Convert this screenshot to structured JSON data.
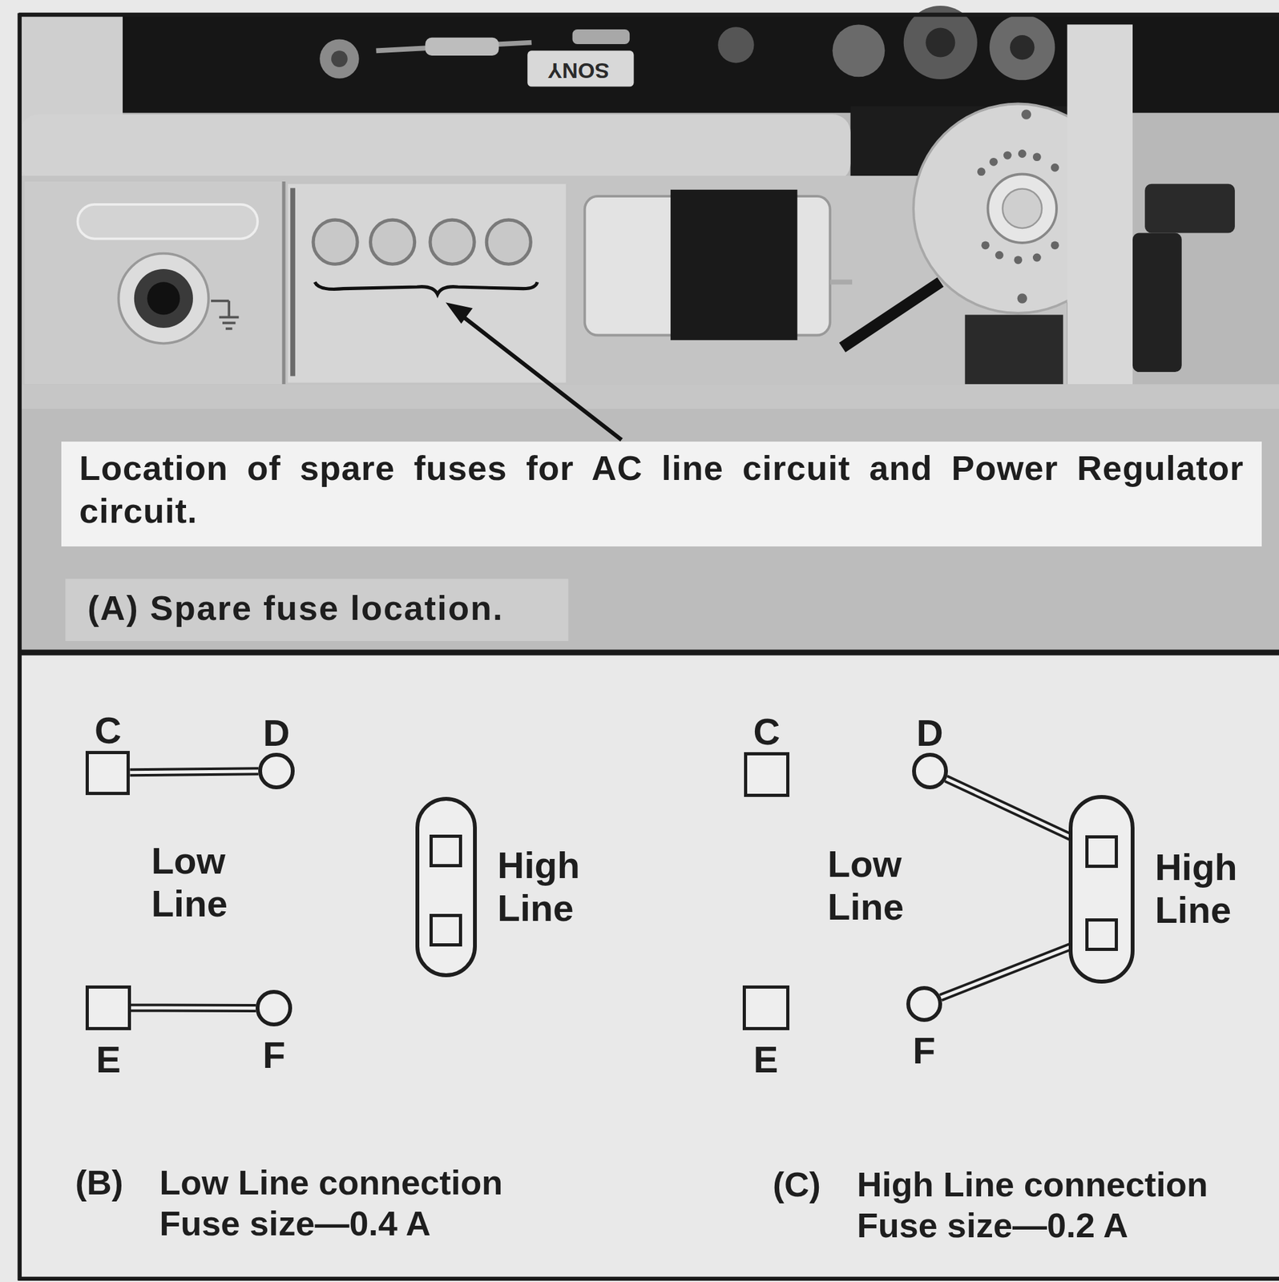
{
  "diagram": {
    "nodes": [
      {
        "text": [
          "Location of spare fuses for AC line circuit and Power Regulator circuit."
        ]
      },
      {
        "text": [
          "C"
        ]
      },
      {
        "text": [
          "D"
        ]
      },
      {
        "text": [
          "E"
        ]
      },
      {
        "text": [
          "F"
        ]
      },
      {
        "text": [
          "High Line"
        ]
      },
      {
        "text": [
          "C"
        ]
      },
      {
        "text": [
          "D"
        ]
      },
      {
        "text": [
          "E"
        ]
      },
      {
        "text": [
          "F"
        ]
      },
      {
        "text": [
          "High Line"
        ]
      }
    ],
    "edges": [
      {
        "from": 1,
        "to": 2,
        "arrow": "none"
      },
      {
        "from": 3,
        "to": 4,
        "arrow": "none"
      },
      {
        "from": 7,
        "to": 10,
        "arrow": "none"
      },
      {
        "from": 9,
        "to": 10,
        "arrow": "none"
      }
    ],
    "labels": [
      "SONY",
      "(A) Spare fuse location.",
      "Low Line",
      "(B)",
      "Low Line connection",
      "Fuse size—0.4 A",
      "Low Line",
      "(C)",
      "High Line connection",
      "Fuse size—0.2 A"
    ]
  }
}
